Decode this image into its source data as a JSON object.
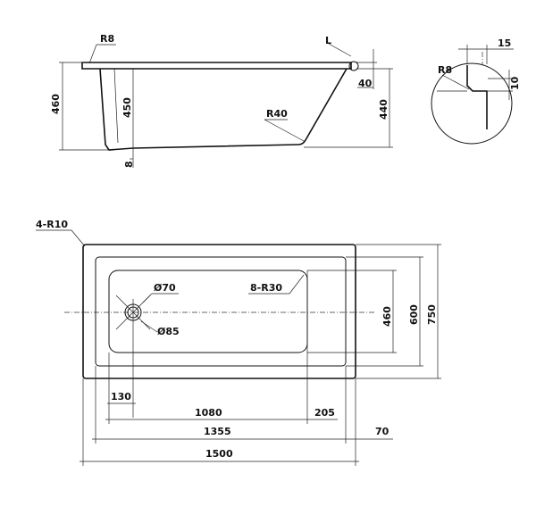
{
  "side_view": {
    "radius_top": "R8",
    "overall_height": "460",
    "inner_depth": "450",
    "outer_height": "440",
    "rim_offset": "40",
    "bottom_radius": "R40",
    "base_offset": "8",
    "rim_label": "L"
  },
  "detail": {
    "width": "15",
    "height": "10",
    "radius": "R8"
  },
  "plan_view": {
    "corner_radius": "4-R10",
    "inner_radius": "8-R30",
    "drain_inner": "Ø70",
    "drain_outer": "Ø85",
    "width_inner": "460",
    "width_mid": "600",
    "width_overall": "750",
    "drain_offset": "130",
    "length_inner": "1080",
    "offset_right": "205",
    "length_mid": "1355",
    "rim_width": "70",
    "length_overall": "1500"
  }
}
